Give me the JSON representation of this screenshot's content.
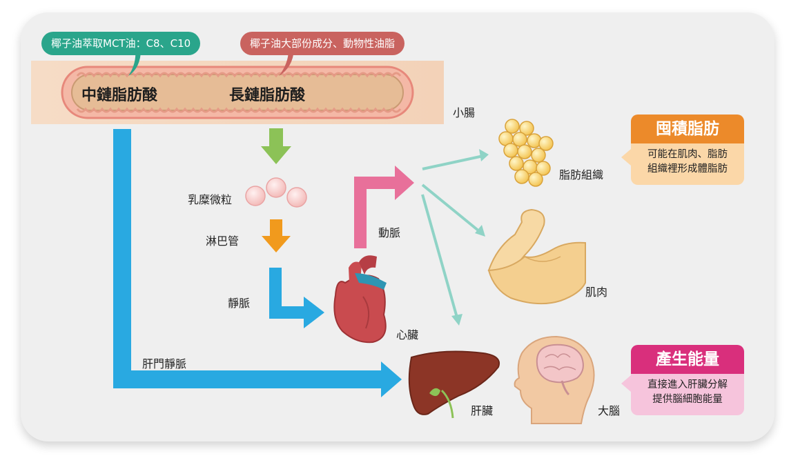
{
  "callouts": {
    "mct": "椰子油萃取MCT油：C8、C10",
    "coconut": "椰子油大部份成分、動物性油脂"
  },
  "intestine": {
    "medium_chain": "中鏈脂肪酸",
    "long_chain": "長鏈脂肪酸",
    "label": "小腸"
  },
  "labels": {
    "chylomicron": "乳糜微粒",
    "lymph": "淋巴管",
    "vein": "靜脈",
    "artery": "動脈",
    "heart": "心臟",
    "portal_vein": "肝門靜脈",
    "liver": "肝臟",
    "adipose": "脂肪組織",
    "muscle": "肌肉",
    "brain": "大腦"
  },
  "box_fat": {
    "title": "囤積脂肪",
    "line1": "可能在肌肉、脂肪",
    "line2": "組織裡形成體脂肪"
  },
  "box_energy": {
    "title": "產生能量",
    "line1": "直接進入肝臟分解",
    "line2": "提供腦細胞能量"
  },
  "colors": {
    "blue_arrow": "#29a9e1",
    "green_arrow": "#8cc257",
    "orange_arrow": "#f19a1d",
    "pink_arrow": "#e8709a",
    "teal_arrow": "#8fd3c6",
    "fat_box": "#ec8a2a",
    "energy_box": "#d92f7c"
  },
  "icons": [
    "chylomicron-icon",
    "heart-icon",
    "liver-icon",
    "fat-cells-icon",
    "muscle-arm-icon",
    "brain-head-icon"
  ]
}
